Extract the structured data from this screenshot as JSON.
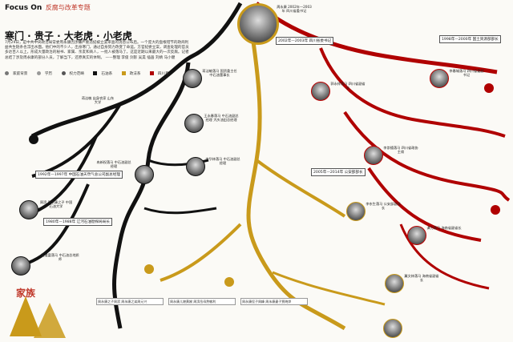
{
  "header": {
    "brand": "Focus On",
    "section": "反腐与改革专题"
  },
  "title": "寒门 · 贵子 · 大老虎 · 小老虎",
  "intro": "7月29日，是中共中央政治局常委周永康因涉嫌严重违纪被立案审查的消息公布后。一个庞大的盘根错节的政商利益共生链条也浮出水面。他们中的不少人，出身寒门，通过自身努力改变了命运。方官纪委立案，调查处理的官员多达百人以上，形成大量政治的秘书、家属、亲友和商人，一批人被落马了。这是近期以来最大的一次反腐。记者总结了涉及周永康的部分人员，了解当下，还原真实的体制。 ——整理 李俊 剑影 吴昊 插画 刘婧 马小健",
  "legend": [
    {
      "label": "家庭背景",
      "icon": "home-icon"
    },
    {
      "label": "学历",
      "icon": "education-icon"
    },
    {
      "label": "权力范畴",
      "icon": "power-icon"
    },
    {
      "label": "石油系",
      "color": "#111111"
    },
    {
      "label": "政法系",
      "color": "#c99a1b"
    },
    {
      "label": "四川系",
      "color": "#b00000"
    }
  ],
  "year_tags": [
    {
      "text": "2002年—2003年 四川省委书记"
    },
    {
      "text": "1998年—2000年 国土资源部部长"
    },
    {
      "text": "1992年—1997年 中国石油天然气总公司副总经理"
    },
    {
      "text": "1980年—1988年 辽河石油勘探局局长"
    },
    {
      "text": "2005年—2014年 公安部部长"
    }
  ],
  "nodes": [
    {
      "text": "蒋洁敏落马 国资委主任 中石油董事长"
    },
    {
      "text": "王永春落马 中石油副总经理 大庆油田总经理"
    },
    {
      "text": "李华林落马 中石油副总经理"
    },
    {
      "text": "冉新权落马 中石油副总经理"
    },
    {
      "text": "王道富落马 中石油总地质师"
    },
    {
      "text": "郭永祥落马 四川省副省长"
    },
    {
      "text": "李春城落马 四川省委副书记"
    },
    {
      "text": "李崇禧落马 四川省政协主席"
    },
    {
      "text": "蒋洁敏 出身农家 山东大学"
    },
    {
      "text": "周滨 周永康之子 中国石油大学"
    },
    {
      "text": "李东生落马 公安部副部长"
    },
    {
      "text": "谭力落马 海南省副省长"
    },
    {
      "text": "冀文林落马 海南省副省长"
    },
    {
      "text": "周永康 2002年—2003年 四川省委书记"
    }
  ],
  "family_label": "家族",
  "relations": [
    {
      "text": "周永康之子周滨 周永康之弟周元兴"
    },
    {
      "text": "周永康儿媳黄婉 周滨岳母詹敏利"
    },
    {
      "text": "周永康侄子周峰 周永康妻子贾晓烨"
    }
  ],
  "colors": {
    "oil": "#111111",
    "law": "#c99a1b",
    "sichuan": "#b00000"
  }
}
